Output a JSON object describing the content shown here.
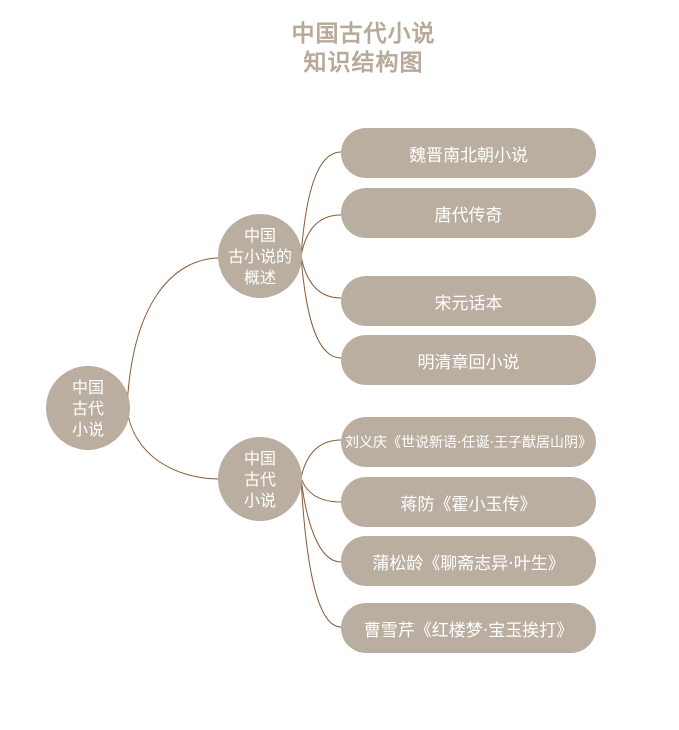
{
  "title": {
    "line1": "中国古代小说",
    "line2": "知识结构图"
  },
  "root": {
    "lines": [
      "中国",
      "古代",
      "小说"
    ]
  },
  "branches": [
    {
      "lines": [
        "中国",
        "古小说的",
        "概述"
      ],
      "children": [
        "魏晋南北朝小说",
        "唐代传奇",
        "宋元话本",
        "明清章回小说"
      ]
    },
    {
      "lines": [
        "中国",
        "古代",
        "小说"
      ],
      "children": [
        "刘义庆《世说新语·任诞·王子猷居山阴》",
        "蒋防《霍小玉传》",
        "蒲松龄《聊斋志异·叶生》",
        "曹雪芹《红楼梦·宝玉挨打》"
      ]
    }
  ],
  "colors": {
    "node_fill": "#baaea0",
    "connector": "#8b5a35",
    "title": "#b8aa9a",
    "text": "#ffffff"
  }
}
